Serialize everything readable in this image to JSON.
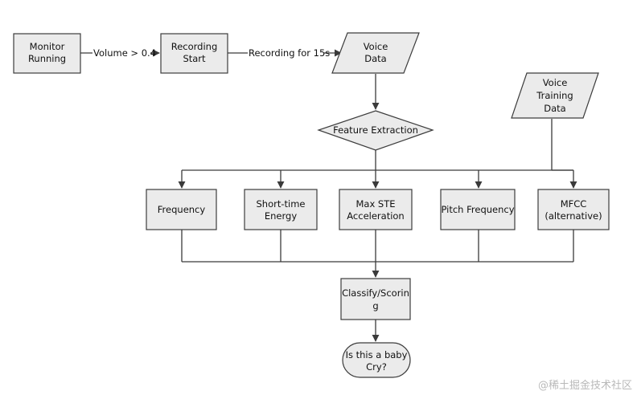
{
  "nodes": {
    "monitor": [
      "Monitor",
      "Running"
    ],
    "recording": [
      "Recording",
      "Start"
    ],
    "voice_data": [
      "Voice",
      "Data"
    ],
    "voice_training": [
      "Voice",
      "Training",
      "Data"
    ],
    "feature_extraction": [
      "Feature Extraction"
    ],
    "frequency": [
      "Frequency"
    ],
    "short_time_energy": [
      "Short-time",
      "Energy"
    ],
    "max_ste": [
      "Max STE",
      "Acceleration"
    ],
    "pitch": [
      "Pitch Frequency"
    ],
    "mfcc": [
      "MFCC",
      "(alternative)"
    ],
    "classify": [
      "Classify/Scorin",
      "g"
    ],
    "decision": [
      "Is this a baby",
      "Cry?"
    ]
  },
  "edges": {
    "volume": "Volume > 0.4",
    "recording_for": "Recording for 15s"
  },
  "watermark": "@稀土掘金技术社区"
}
